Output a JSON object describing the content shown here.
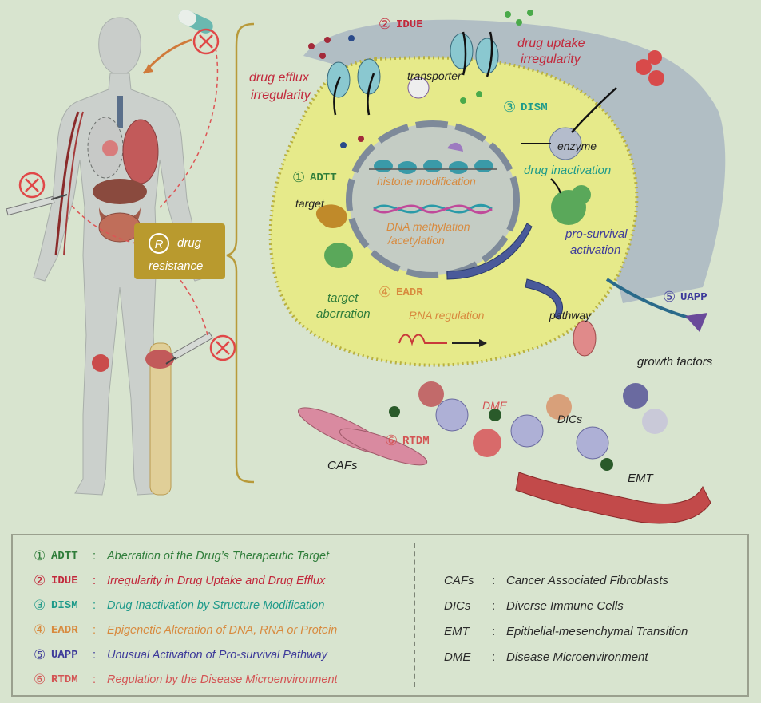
{
  "colors": {
    "background": "#d8e4cf",
    "adtt": "#2f7d3a",
    "idue": "#c2283b",
    "dism": "#1e9a8a",
    "eadr": "#d88a3e",
    "uapp": "#3d3a9a",
    "rtdm": "#d35454",
    "cell": "#e8ec8a",
    "bracket": "#b89a3a"
  },
  "icons": [
    "human-body-icon",
    "pill-capsule-icon",
    "prohibited-icon",
    "syringe-icon",
    "tablet-icon",
    "receptor-icon",
    "blood-vessel-icon"
  ],
  "body_panel": {
    "resistance_badge": "R",
    "resistance_label_1": "drug",
    "resistance_label_2": "resistance"
  },
  "cell": {
    "idue_num": "②",
    "idue_code": "IDUE",
    "efflux_1": "drug efflux",
    "efflux_2": "irregularity",
    "uptake_1": "drug uptake",
    "uptake_2": "irregularity",
    "transporter": "transporter",
    "dism_num": "③",
    "dism_code": "DISM",
    "enzyme": "enzyme",
    "drug_inactivation": "drug inactivation",
    "pro_survival_1": "pro-survival",
    "pro_survival_2": "activation",
    "adtt_num": "①",
    "adtt_code": "ADTT",
    "target": "target",
    "target_aberration_1": "target",
    "target_aberration_2": "aberration",
    "histone": "histone modification",
    "dna_1": "DNA methylation",
    "dna_2": "/acetylation",
    "eadr_num": "④",
    "eadr_code": "EADR",
    "rna": "RNA regulation",
    "pathway": "pathway",
    "uapp_num": "⑤",
    "uapp_code": "UAPP",
    "growth_factors": "growth factors",
    "dme": "DME",
    "dics": "DICs",
    "rtdm_num": "⑥",
    "rtdm_code": "RTDM",
    "cafs": "CAFs",
    "emt": "EMT"
  },
  "legend": {
    "left": [
      {
        "num": "①",
        "code": "ADTT",
        "desc": "Aberration of the Drug’s Therapeutic Target",
        "color": "#2f7d3a"
      },
      {
        "num": "②",
        "code": "IDUE",
        "desc": "Irregularity in Drug Uptake and Drug Efflux",
        "color": "#c2283b"
      },
      {
        "num": "③",
        "code": "DISM",
        "desc": "Drug Inactivation by Structure Modification",
        "color": "#1e9a8a"
      },
      {
        "num": "④",
        "code": "EADR",
        "desc": "Epigenetic Alteration of DNA, RNA or Protein",
        "color": "#d88a3e"
      },
      {
        "num": "⑤",
        "code": "UAPP",
        "desc": "Unusual Activation of Pro-survival Pathway",
        "color": "#3d3a9a"
      },
      {
        "num": "⑥",
        "code": "RTDM",
        "desc": "Regulation by the Disease Microenvironment",
        "color": "#d35454"
      }
    ],
    "right": [
      {
        "abbr": "CAFs",
        "desc": "Cancer Associated Fibroblasts"
      },
      {
        "abbr": "DICs",
        "desc": "Diverse Immune Cells"
      },
      {
        "abbr": "EMT",
        "desc": "Epithelial-mesenchymal Transition"
      },
      {
        "abbr": "DME",
        "desc": "Disease Microenvironment"
      }
    ]
  }
}
